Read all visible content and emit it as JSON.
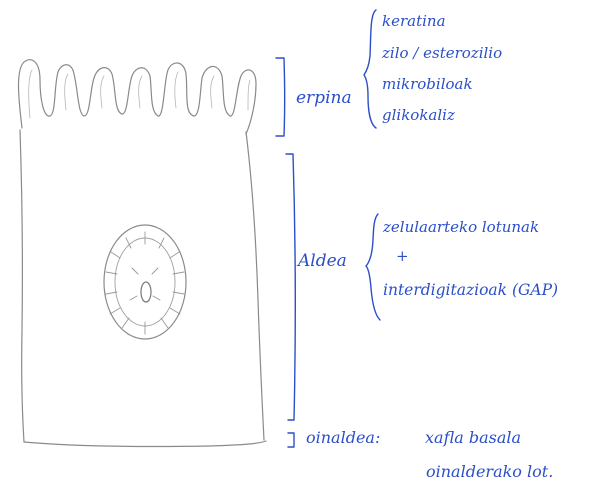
{
  "colors": {
    "ink": "#2b4fc8",
    "pencil": "#8a8a8a",
    "paper": "#ffffff"
  },
  "annotations": {
    "apical": {
      "label": "erpina",
      "items": [
        "keratina",
        "zilo / esterozilio",
        "mikrobiloak",
        "glikokaliz"
      ]
    },
    "lateral": {
      "label": "Aldea",
      "items": [
        "zelulaarteko lotunak",
        "+",
        "interdigitazioak (GAP)"
      ]
    },
    "basal": {
      "label": "oinaldea:",
      "text_line1": "xafla basala",
      "text_line2": "oinalderako lot."
    }
  }
}
